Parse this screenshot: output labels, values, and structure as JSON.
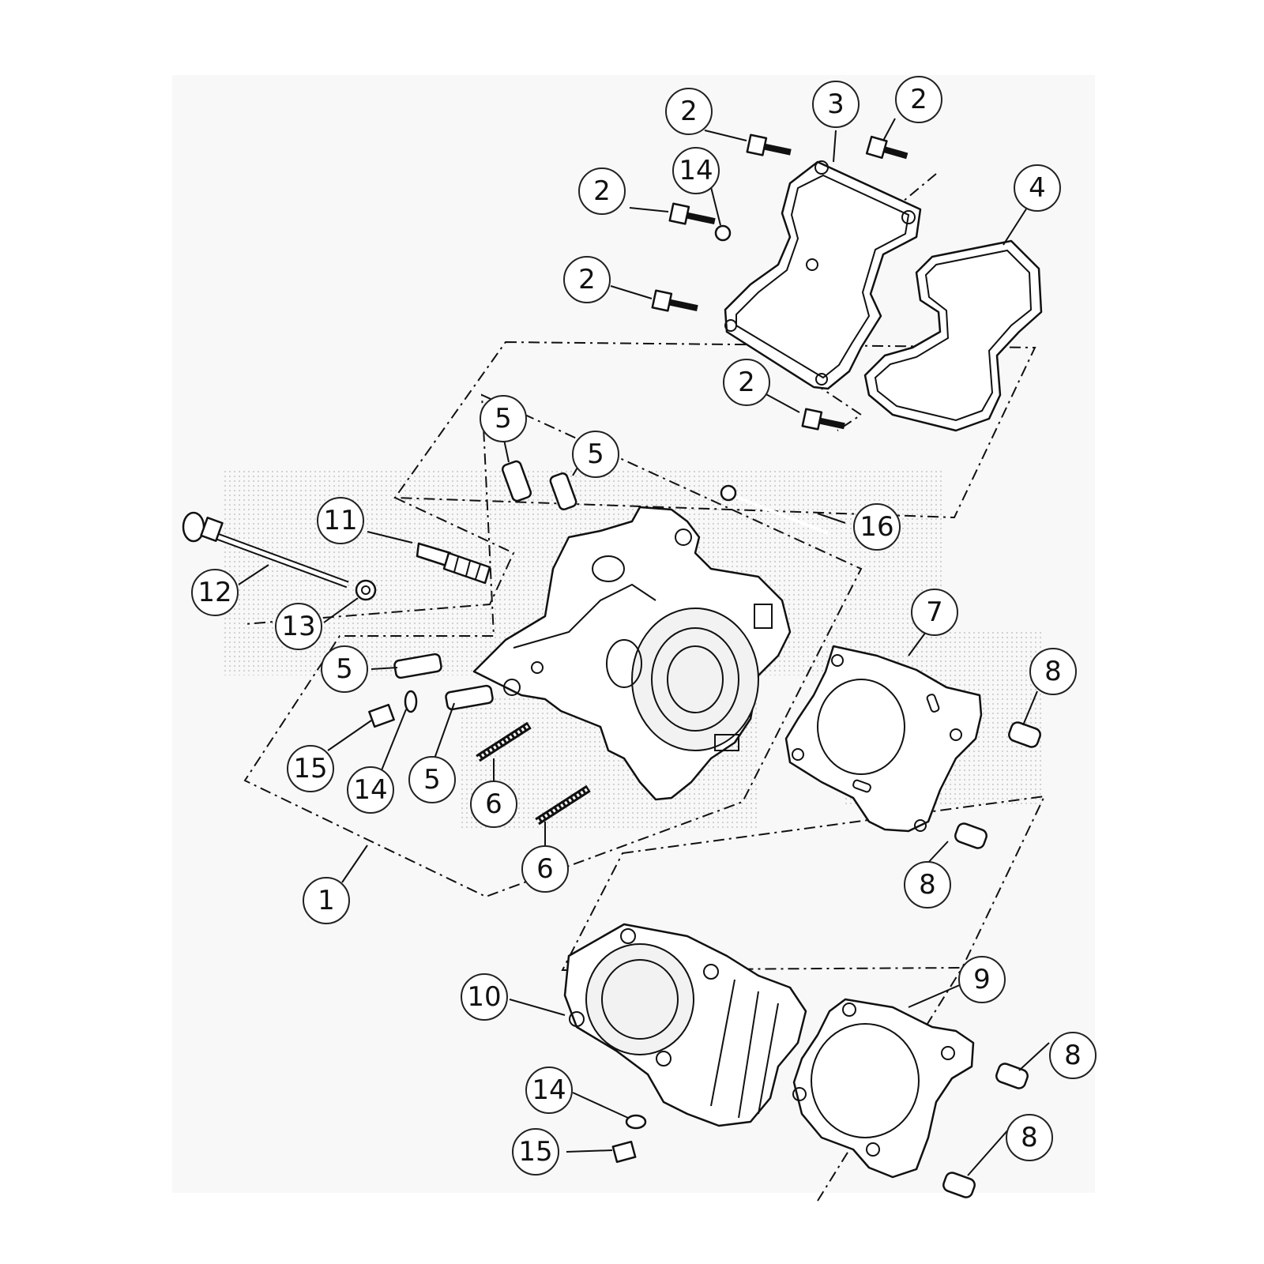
{
  "colors": {
    "background": "#ffffff",
    "panel": "#f7f7f7",
    "line": "#111111",
    "dots": "#cfcfcf"
  },
  "callouts": {
    "c1": "1",
    "c2a": "2",
    "c2b": "2",
    "c2c": "2",
    "c2d": "2",
    "c2e": "2",
    "c3": "3",
    "c4": "4",
    "c5a": "5",
    "c5b": "5",
    "c5c": "5",
    "c5d": "5",
    "c6a": "6",
    "c6b": "6",
    "c7": "7",
    "c8a": "8",
    "c8b": "8",
    "c8c": "8",
    "c8d": "8",
    "c9": "9",
    "c10": "10",
    "c11": "11",
    "c12": "12",
    "c13": "13",
    "c14a": "14",
    "c14b": "14",
    "c14c": "14",
    "c15a": "15",
    "c15b": "15",
    "c16": "16"
  }
}
